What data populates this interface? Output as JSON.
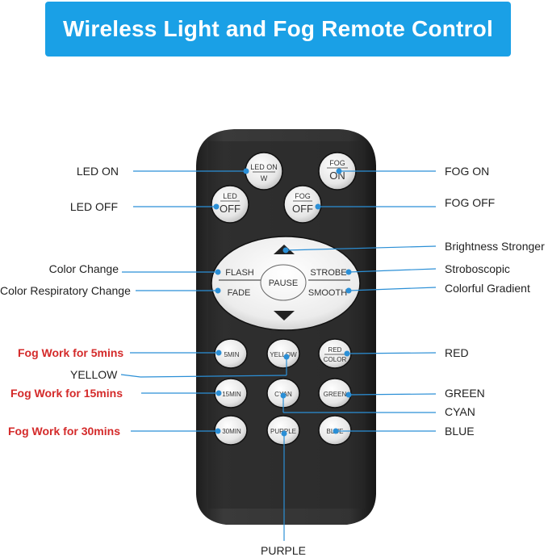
{
  "title": "Wireless Light and Fog Remote Control",
  "colors": {
    "banner": "#1aa0e6",
    "leader": "#2b8fd6",
    "fog_label": "#d42a2a",
    "remote_body": "#2a2a2a",
    "button": "#e8e8e8"
  },
  "buttons": {
    "led_on_top": "LED ON",
    "led_on_bottom": "W",
    "fog_on_top": "FOG",
    "fog_on_bottom": "ON",
    "led_off_top": "LED",
    "led_off_bottom": "OFF",
    "fog_off_top": "FOG",
    "fog_off_bottom": "OFF",
    "flash": "FLASH",
    "strobe": "STROBE",
    "fade": "FADE",
    "smooth": "SMOOTH",
    "pause": "PAUSE",
    "min5": "5MIN",
    "yellow": "YELLOW",
    "red_top": "RED",
    "red_bottom": "COLOR",
    "min15": "15MIN",
    "cyan": "CYAN",
    "green": "GREEN",
    "min30": "30MIN",
    "purple": "PURPLE",
    "blue": "BLUE"
  },
  "labels": {
    "led_on": "LED ON",
    "led_off": "LED OFF",
    "fog_on": "FOG ON",
    "fog_off": "FOG OFF",
    "brightness_stronger": "Brightness Stronger",
    "color_change": "Color Change",
    "color_respiratory_change": "Color Respiratory Change",
    "stroboscopic": "Stroboscopic",
    "colorful_gradient": "Colorful Gradient",
    "fog_5": "Fog Work for 5mins",
    "yellow": "YELLOW",
    "fog_15": "Fog Work for 15mins",
    "fog_30": "Fog  Work for 30mins",
    "red": "RED",
    "green": "GREEN",
    "cyan": "CYAN",
    "blue": "BLUE",
    "purple": "PURPLE"
  }
}
